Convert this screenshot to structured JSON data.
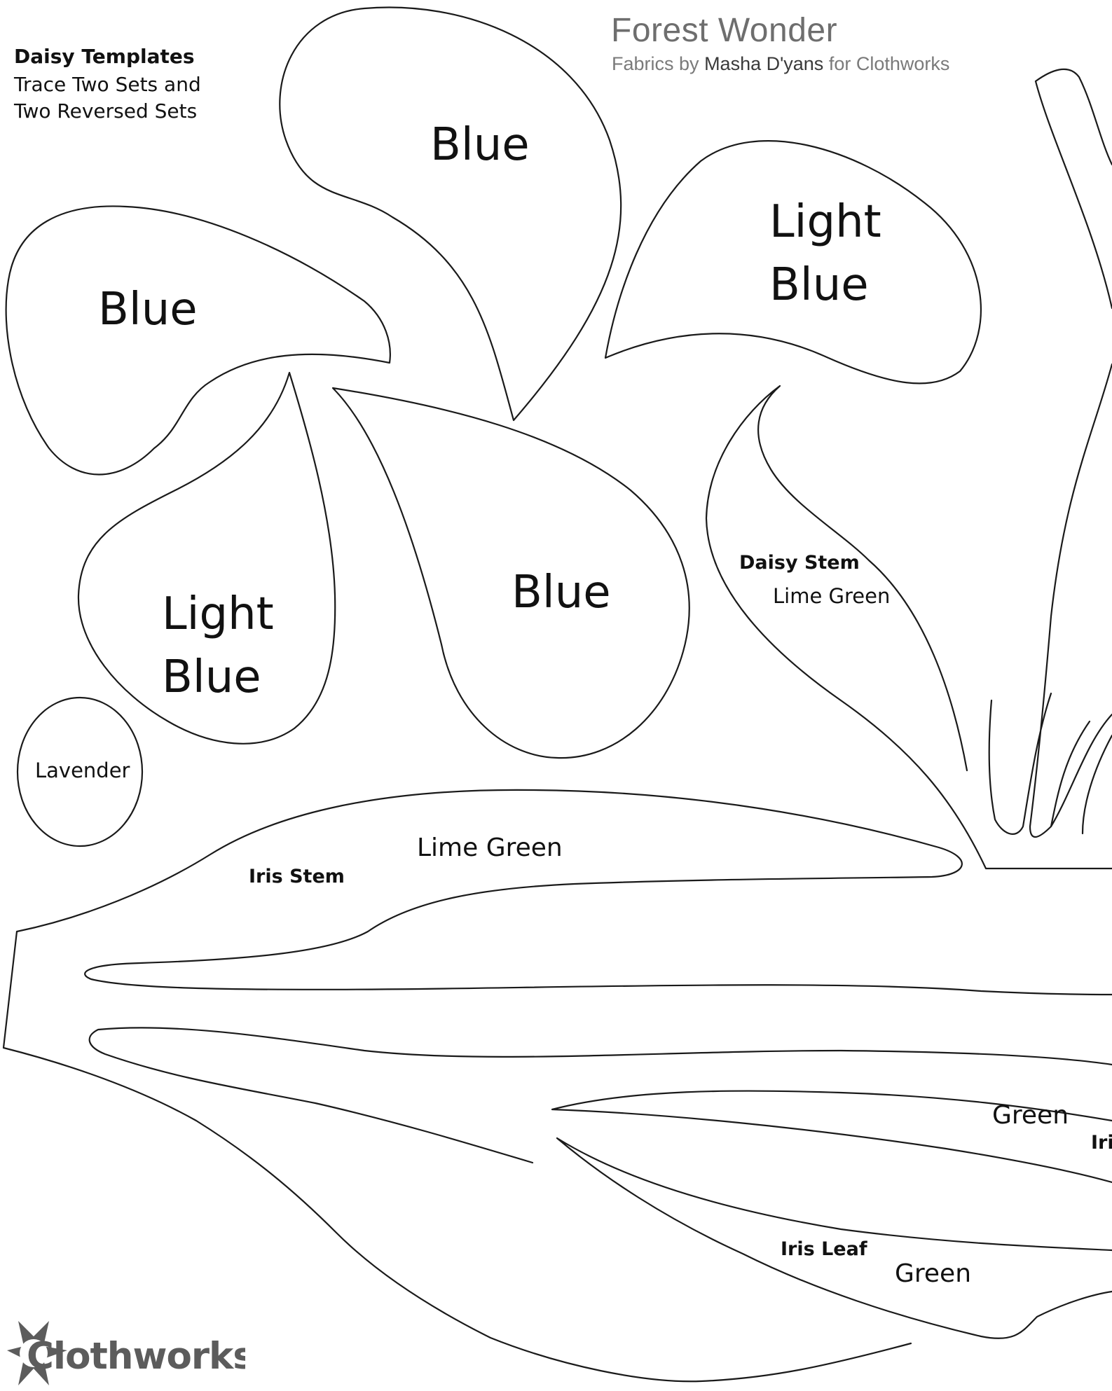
{
  "header": {
    "template_title": "Daisy Templates",
    "instructions_line1": "Trace Two Sets and",
    "instructions_line2": "Two Reversed  Sets"
  },
  "brand": {
    "collection": "Forest Wonder",
    "by_prefix": "Fabrics by",
    "designer": "Masha D'yans",
    "for_text": "for Clothworks",
    "logo": "Clothworks"
  },
  "pieces": {
    "petal_top_center": "Blue",
    "petal_top_right_line1": "Light",
    "petal_top_right_line2": "Blue",
    "petal_left": "Blue",
    "petal_lower_left_line1": "Light",
    "petal_lower_left_line2": "Blue",
    "petal_center": "Blue",
    "center_circle": "Lavender",
    "daisy_stem_name": "Daisy Stem",
    "daisy_stem_color": "Lime Green",
    "iris_stem_name": "Iris Stem",
    "iris_stem_color": "Lime Green",
    "iris_right_color": "Green",
    "iris_right_name": "Iri",
    "iris_leaf_name": "Iris Leaf",
    "iris_leaf_color": "Green"
  },
  "colors": {
    "outline": "#1a1a1a",
    "brand_gray": "#6e6e6e",
    "logo_gray": "#5c5c5c"
  }
}
